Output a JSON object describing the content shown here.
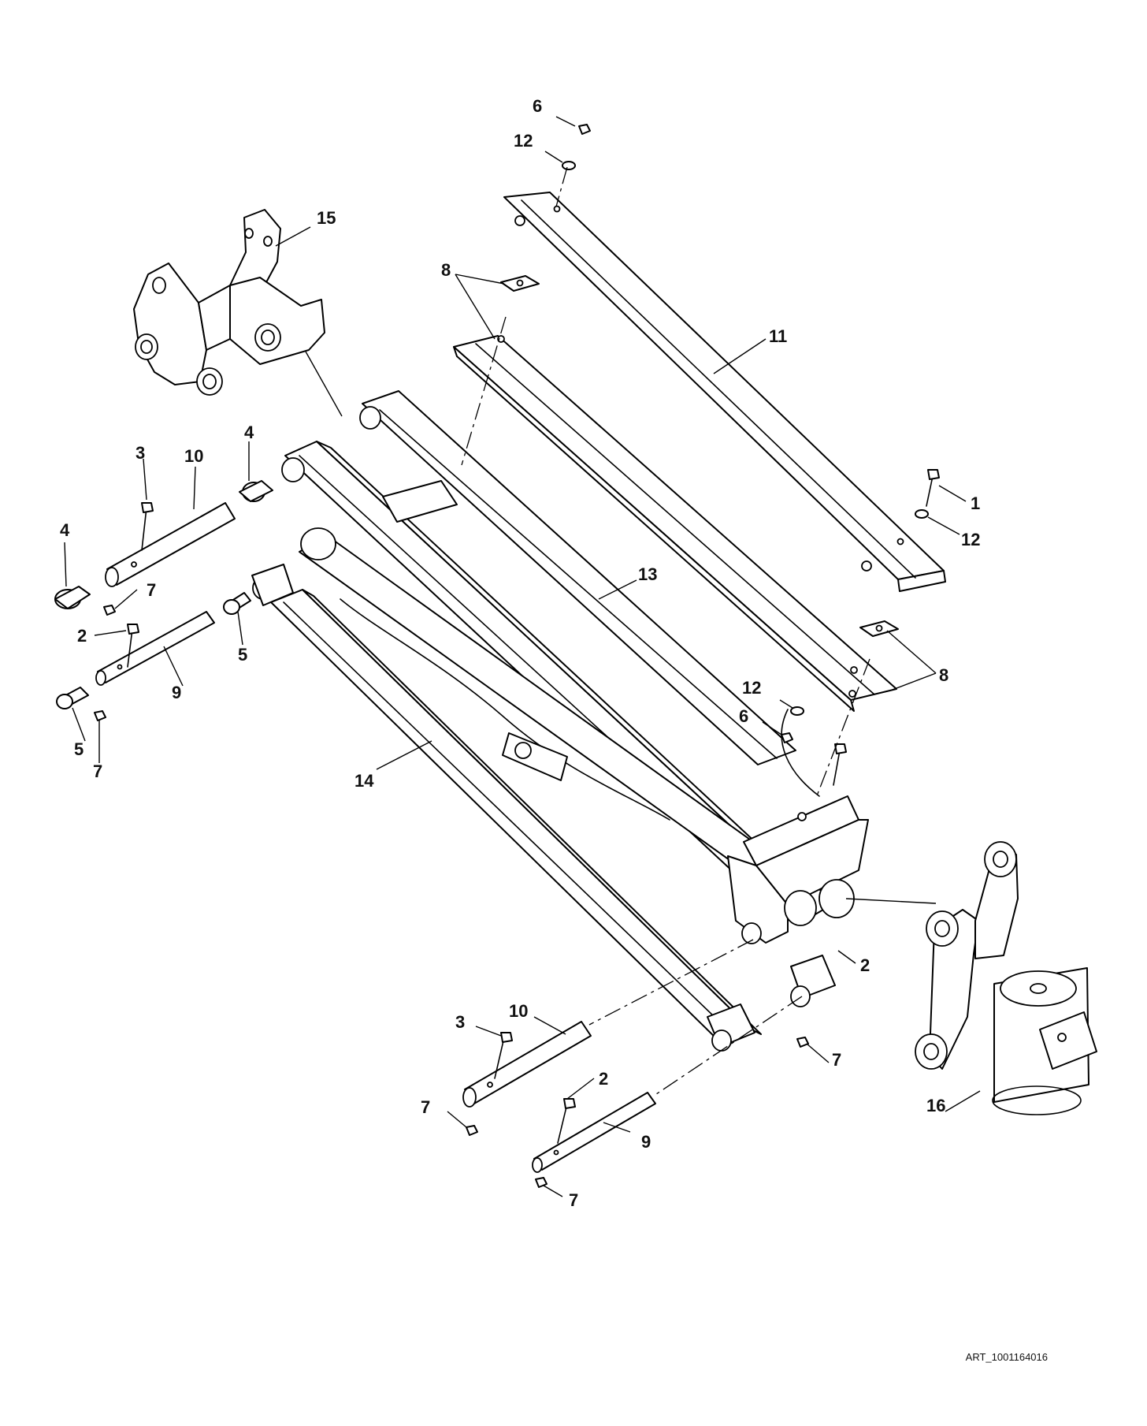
{
  "diagram": {
    "art_reference": "ART_1001164016",
    "callouts": [
      {
        "id": "c6a",
        "label": "6"
      },
      {
        "id": "c12a",
        "label": "12"
      },
      {
        "id": "c15",
        "label": "15"
      },
      {
        "id": "c8a",
        "label": "8"
      },
      {
        "id": "c11",
        "label": "11"
      },
      {
        "id": "c3a",
        "label": "3"
      },
      {
        "id": "c10a",
        "label": "10"
      },
      {
        "id": "c4a",
        "label": "4"
      },
      {
        "id": "c4b",
        "label": "4"
      },
      {
        "id": "c1",
        "label": "1"
      },
      {
        "id": "c12b",
        "label": "12"
      },
      {
        "id": "c7a",
        "label": "7"
      },
      {
        "id": "c13",
        "label": "13"
      },
      {
        "id": "c2a",
        "label": "2"
      },
      {
        "id": "c5a",
        "label": "5"
      },
      {
        "id": "c9a",
        "label": "9"
      },
      {
        "id": "c8b",
        "label": "8"
      },
      {
        "id": "c12c",
        "label": "12"
      },
      {
        "id": "c6b",
        "label": "6"
      },
      {
        "id": "c5b",
        "label": "5"
      },
      {
        "id": "c7b",
        "label": "7"
      },
      {
        "id": "c14",
        "label": "14"
      },
      {
        "id": "c2b",
        "label": "2"
      },
      {
        "id": "c3b",
        "label": "3"
      },
      {
        "id": "c10b",
        "label": "10"
      },
      {
        "id": "c7c",
        "label": "7"
      },
      {
        "id": "c2c",
        "label": "2"
      },
      {
        "id": "c7d",
        "label": "7"
      },
      {
        "id": "c16",
        "label": "16"
      },
      {
        "id": "c9b",
        "label": "9"
      },
      {
        "id": "c7e",
        "label": "7"
      }
    ]
  }
}
